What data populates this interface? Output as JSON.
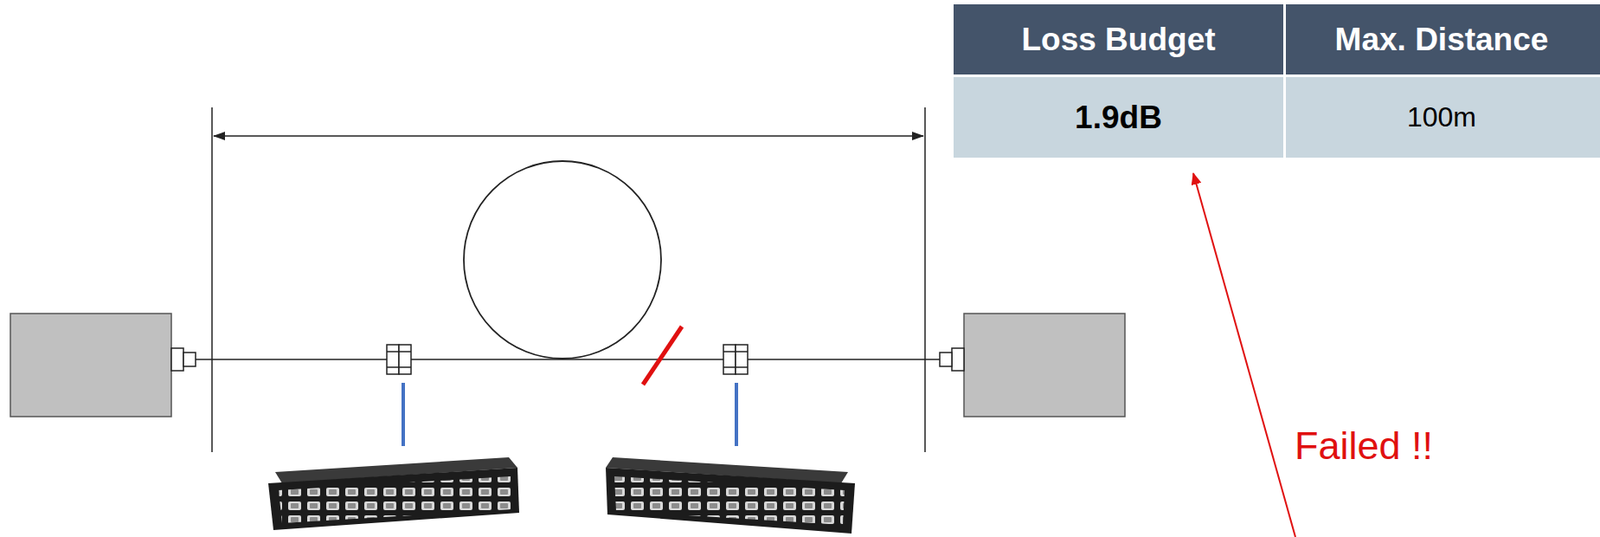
{
  "diagram": {
    "labels": [
      "Loss Budget",
      "Max. Distance",
      "1.9dB",
      "100m",
      "Failed !!"
    ]
  }
}
